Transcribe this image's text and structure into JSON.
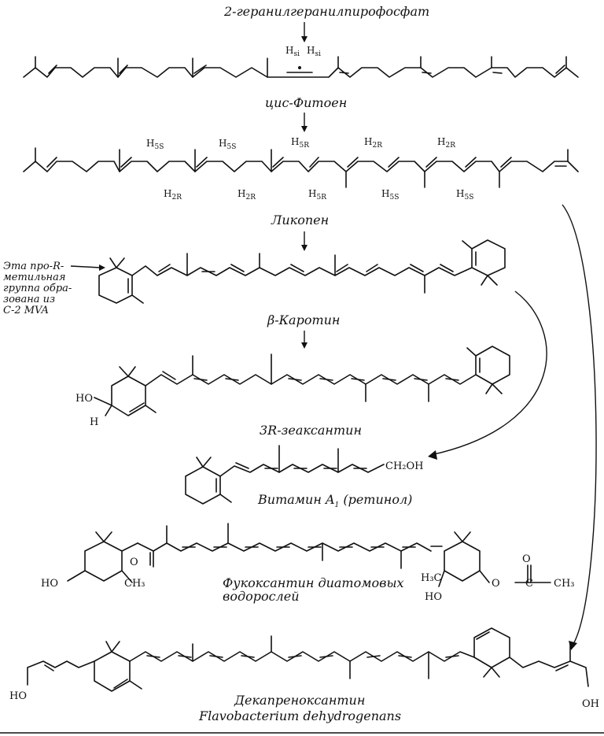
{
  "labels": {
    "ggpp": "2-геранилгеранилпирофосфат",
    "phytoene": "цис-Фитоен",
    "lycopene": "Ликопен",
    "carotene": "β-Каротин",
    "zeaxanthin": "3R-зеаксантин",
    "vitamin_a": "Витамин A",
    "vitamin_a_sub": "1",
    "vitamin_a_tail": " (ретинол)",
    "fucoxanthin_1": "Фукоксантин диатомовых",
    "fucoxanthin_2": "водорослей",
    "decaprenoxanthin_1": "Декапреноксантин",
    "decaprenoxanthin_2": "Flavobacterium dehydrogenans"
  },
  "note_lines": [
    "Эта про-R-",
    "метильная",
    "группа обра-",
    "зована из",
    "C-2 MVA"
  ],
  "atoms": {
    "h_si": "H",
    "si": "si",
    "h_2r": "H",
    "r2": "2R",
    "h_5r": "H",
    "r5": "5R",
    "h_5s": "H",
    "s5": "5S",
    "h_2r_b": "H",
    "r2b": "2R",
    "ho": "HO",
    "h": "H",
    "ch2oh": "CH₂OH",
    "o": "O",
    "ch3": "CH₃",
    "h3c": "H₃C",
    "ho2": "HO",
    "o_ac": "O",
    "o_c": "C",
    "ch3_ac": "CH₃",
    "ho_l": "HO",
    "oh_r": "OH"
  }
}
